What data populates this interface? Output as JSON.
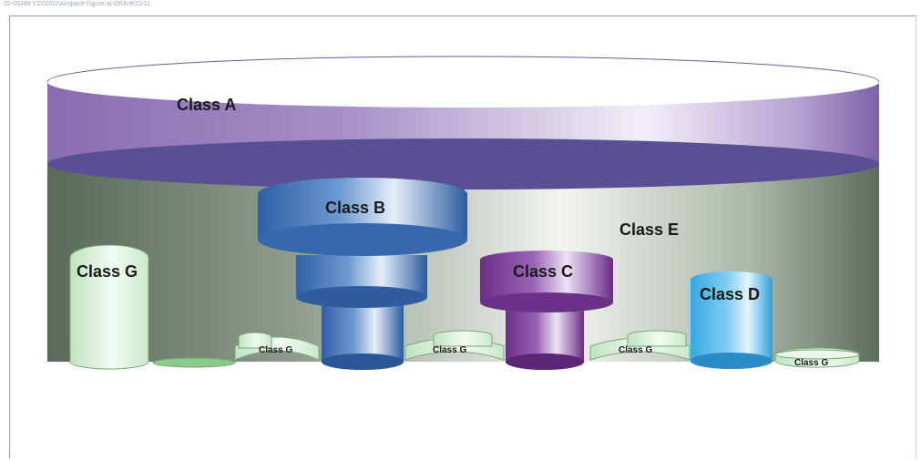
{
  "caption": "02-03288 YZ/02/02\\Airspace Figure.ai-GRA-8/22/11",
  "labels": {
    "class_a": "Class A",
    "class_b": "Class B",
    "class_c": "Class C",
    "class_d": "Class D",
    "class_e": "Class E",
    "class_g_left": "Class G",
    "class_g_1": "Class G",
    "class_g_2": "Class G",
    "class_g_3": "Class G",
    "class_g_4": "Class G"
  },
  "colors": {
    "class_a": "#8e73b0",
    "class_b": "#3f72b5",
    "class_c": "#7a3c92",
    "class_d": "#49b3e6",
    "class_e": "#5f6e5e",
    "class_g": "#cfe9cf"
  }
}
